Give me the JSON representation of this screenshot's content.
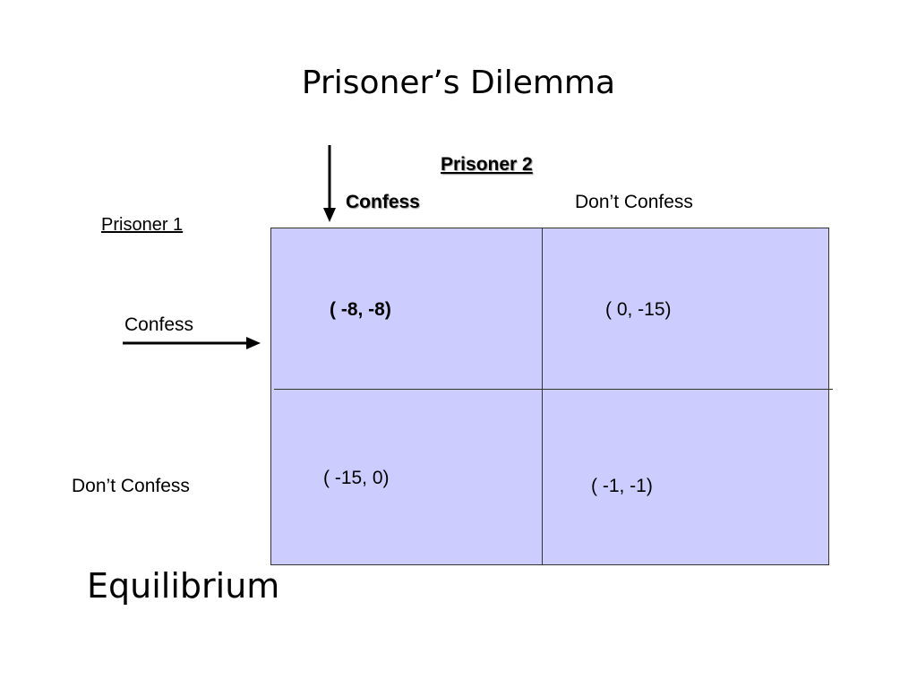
{
  "slide": {
    "title": "Prisoner’s Dilemma",
    "footer": "Equilibrium"
  },
  "matrix": {
    "column_player": "Prisoner 2",
    "row_player": "Prisoner 1",
    "column_labels": [
      "Confess",
      "Don’t Confess"
    ],
    "row_labels": [
      "Confess",
      "Don’t Confess"
    ],
    "cells": [
      [
        "(  -8,    -8)",
        "(   0,   -15)"
      ],
      [
        "(   -15,   0)",
        "(   -1,   -1)"
      ]
    ],
    "colors": {
      "cell_fill": "#ccccff",
      "grid_line": "#333333"
    }
  }
}
